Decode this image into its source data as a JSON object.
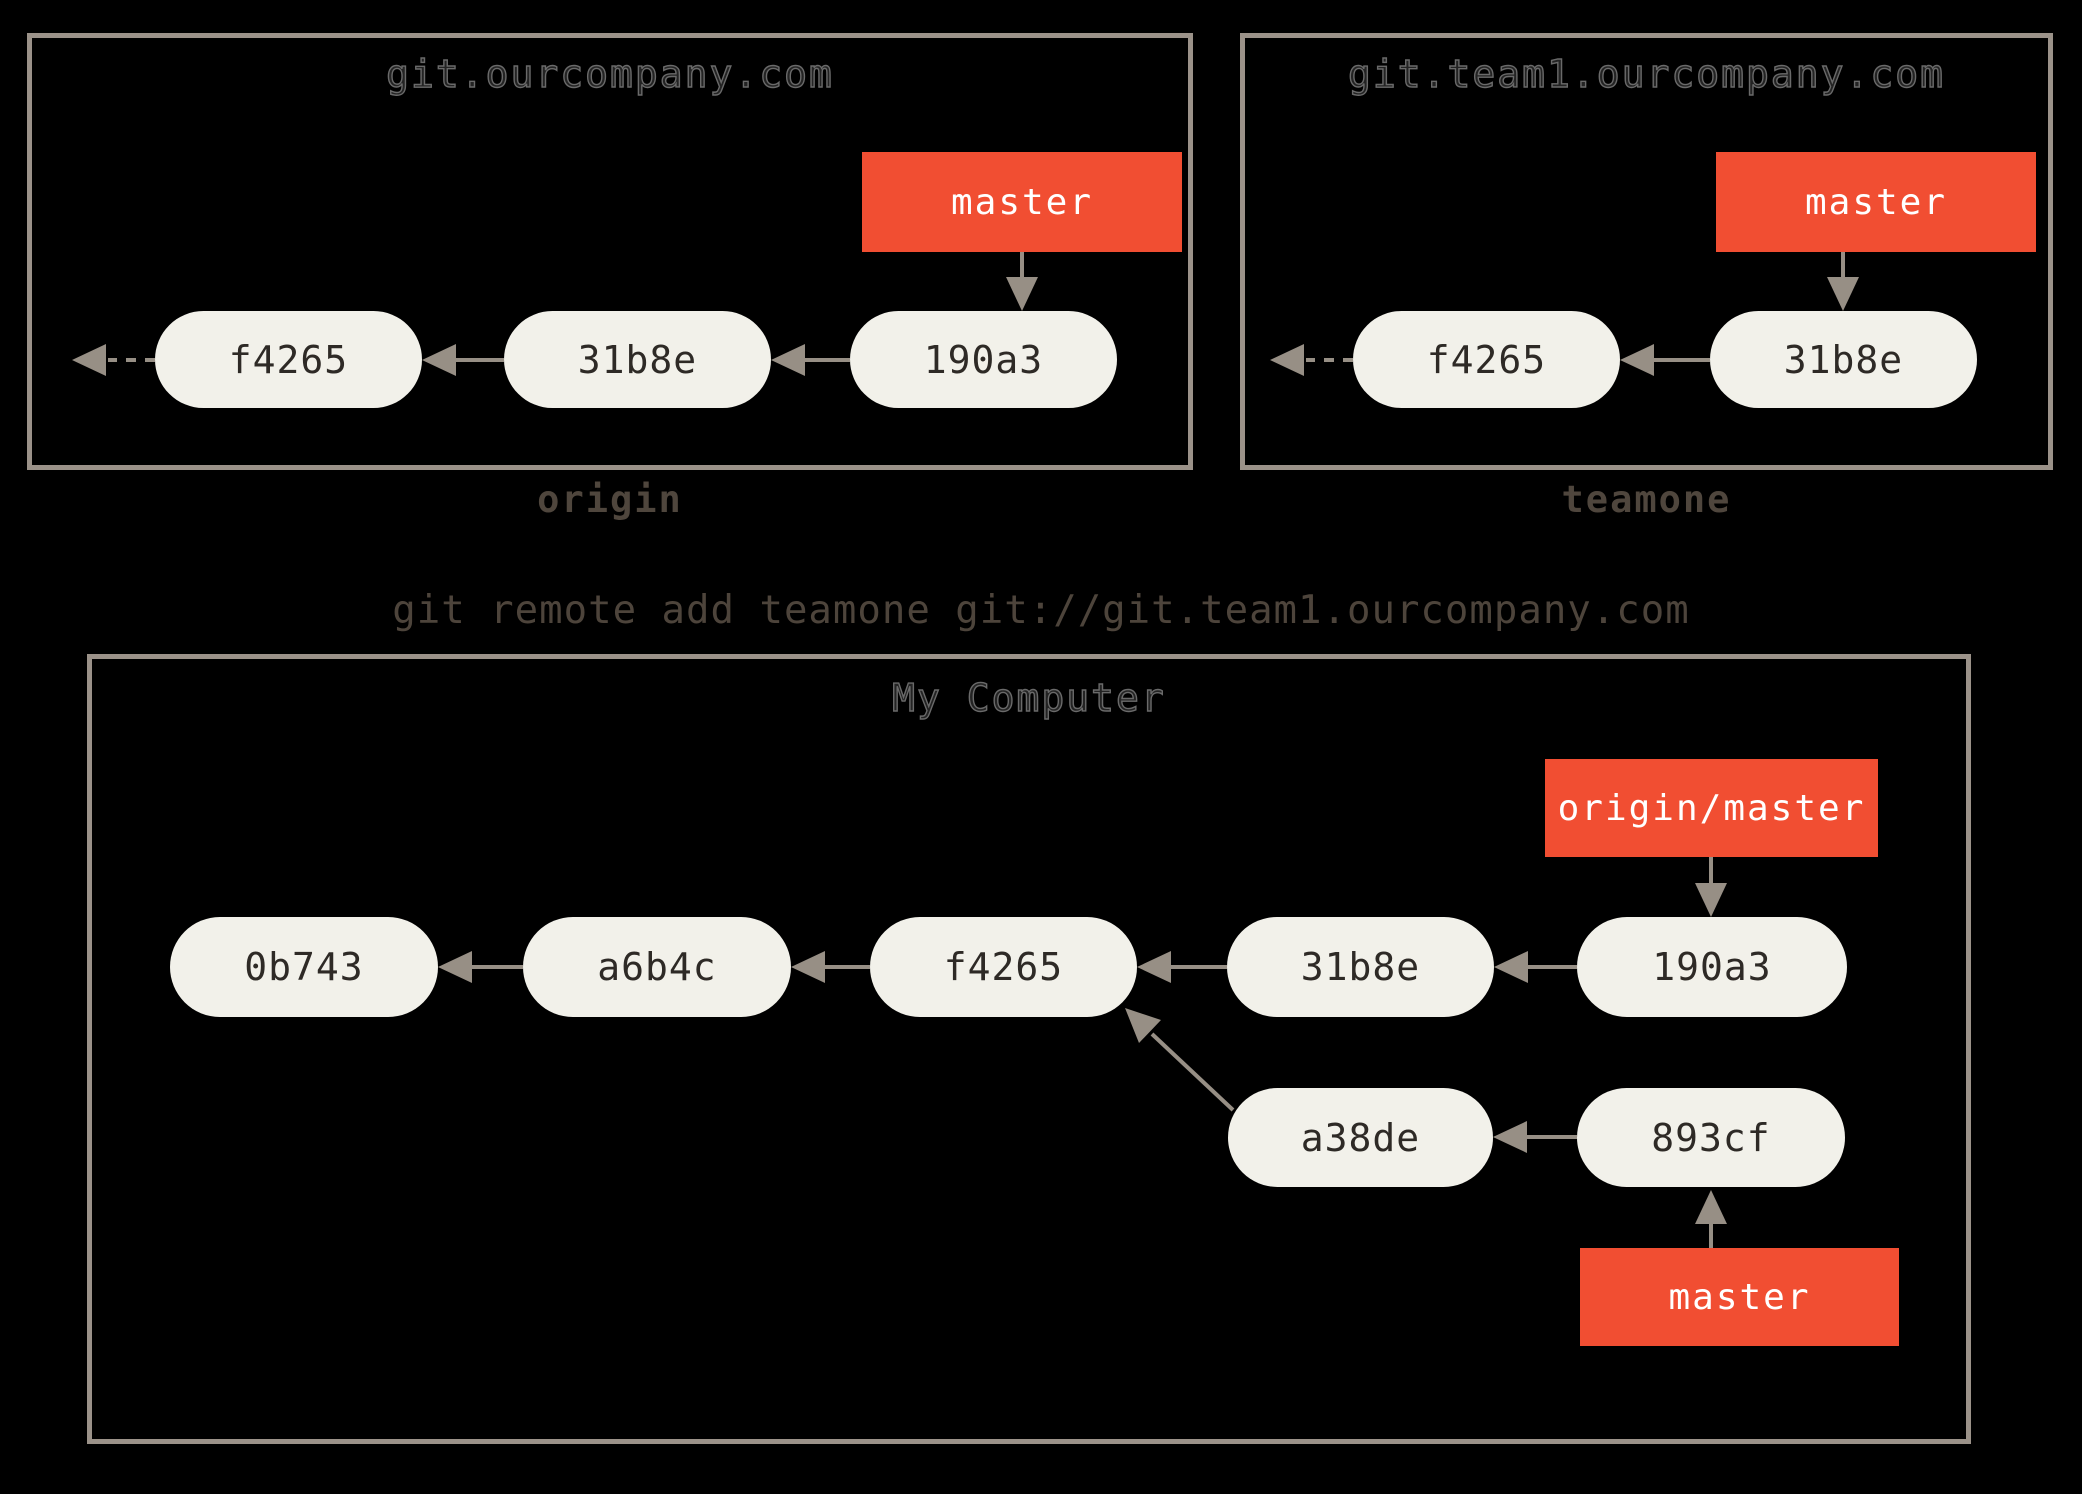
{
  "colors": {
    "background": "#000000",
    "box_border": "#9b9289",
    "arrow": "#978f85",
    "commit_fill": "#f2f1ea",
    "commit_text": "#2e2a26",
    "branch_fill": "#f14e32",
    "branch_text": "#ffffff",
    "box_title_text": "#6a6a6a",
    "remote_name_text": "#4f463d",
    "command_text": "#4d443b"
  },
  "remotes": [
    {
      "title": "git.ourcompany.com",
      "name": "origin",
      "branch": {
        "label": "master"
      },
      "commits": [
        {
          "id": "f4265"
        },
        {
          "id": "31b8e"
        },
        {
          "id": "190a3"
        }
      ]
    },
    {
      "title": "git.team1.ourcompany.com",
      "name": "teamone",
      "branch": {
        "label": "master"
      },
      "commits": [
        {
          "id": "f4265"
        },
        {
          "id": "31b8e"
        }
      ]
    }
  ],
  "command": "git remote add teamone git://git.team1.ourcompany.com",
  "local": {
    "title": "My Computer",
    "remote_branch": {
      "label": "origin/master"
    },
    "branch": {
      "label": "master"
    },
    "main_commits": [
      {
        "id": "0b743"
      },
      {
        "id": "a6b4c"
      },
      {
        "id": "f4265"
      },
      {
        "id": "31b8e"
      },
      {
        "id": "190a3"
      }
    ],
    "topic_commits": [
      {
        "id": "a38de"
      },
      {
        "id": "893cf"
      }
    ]
  }
}
